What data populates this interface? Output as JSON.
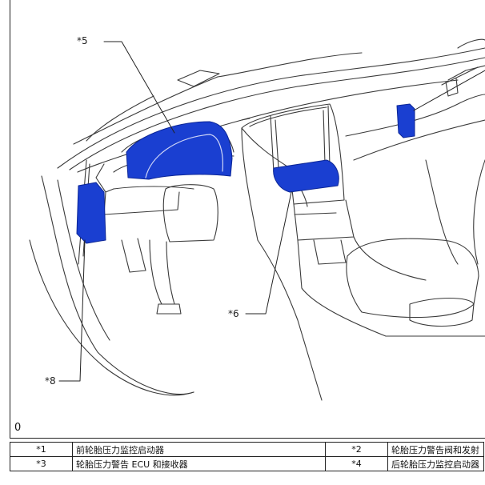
{
  "figure": {
    "id": "0",
    "callouts": [
      {
        "key": "c5",
        "label": "*5"
      },
      {
        "key": "c6",
        "label": "*6"
      },
      {
        "key": "c8",
        "label": "*8"
      }
    ]
  },
  "legend": {
    "rows": [
      {
        "n1": "*1",
        "d1": "前轮胎压力监控启动器",
        "n2": "*2",
        "d2": "轮胎压力警告阀和发射"
      },
      {
        "n1": "*3",
        "d1": "轮胎压力警告 ECU 和接收器",
        "n2": "*4",
        "d2": "后轮胎压力监控启动器"
      }
    ]
  },
  "colors": {
    "line": "#3a3a3a",
    "component": "#1a3fd1",
    "component_dark": "#0c2696"
  }
}
